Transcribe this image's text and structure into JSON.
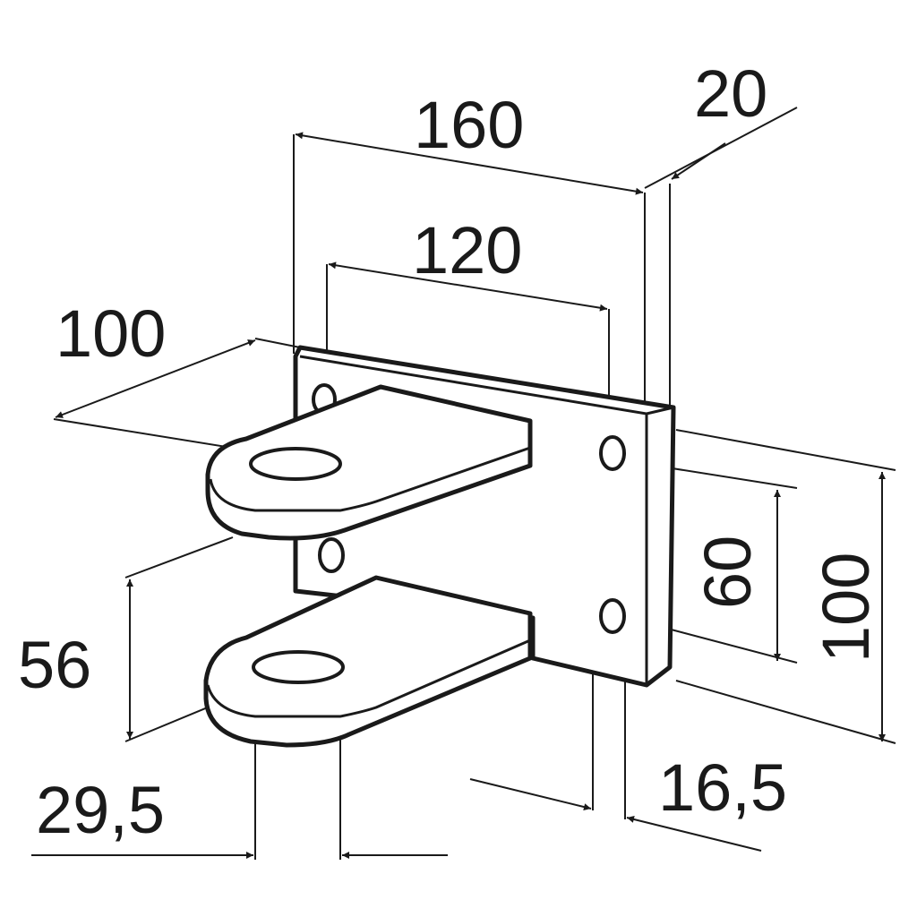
{
  "drawing": {
    "dimensions": {
      "plate_width": "160",
      "plate_thickness": "20",
      "hole_spacing_horizontal": "120",
      "arm_length": "100",
      "hole_spacing_vertical": "60",
      "plate_height": "100",
      "arm_gap": "56",
      "pin_hole_diameter": "29,5",
      "hole_offset": "16,5"
    }
  }
}
